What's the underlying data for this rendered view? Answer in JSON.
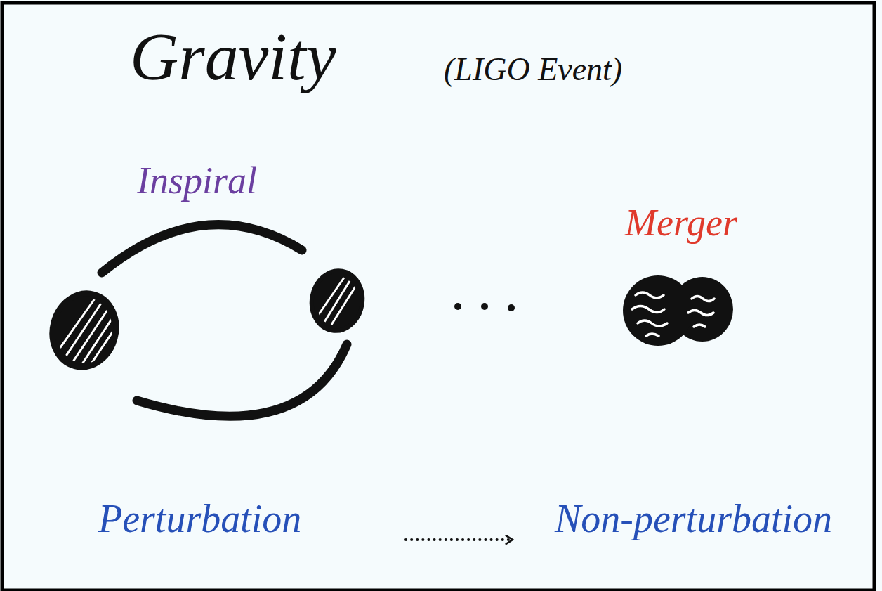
{
  "diagram": {
    "title": "Gravity",
    "labels": [
      "(LIGO Event)",
      "Inspiral",
      "Merger",
      "Perturbation",
      "Non-perturbation"
    ]
  }
}
